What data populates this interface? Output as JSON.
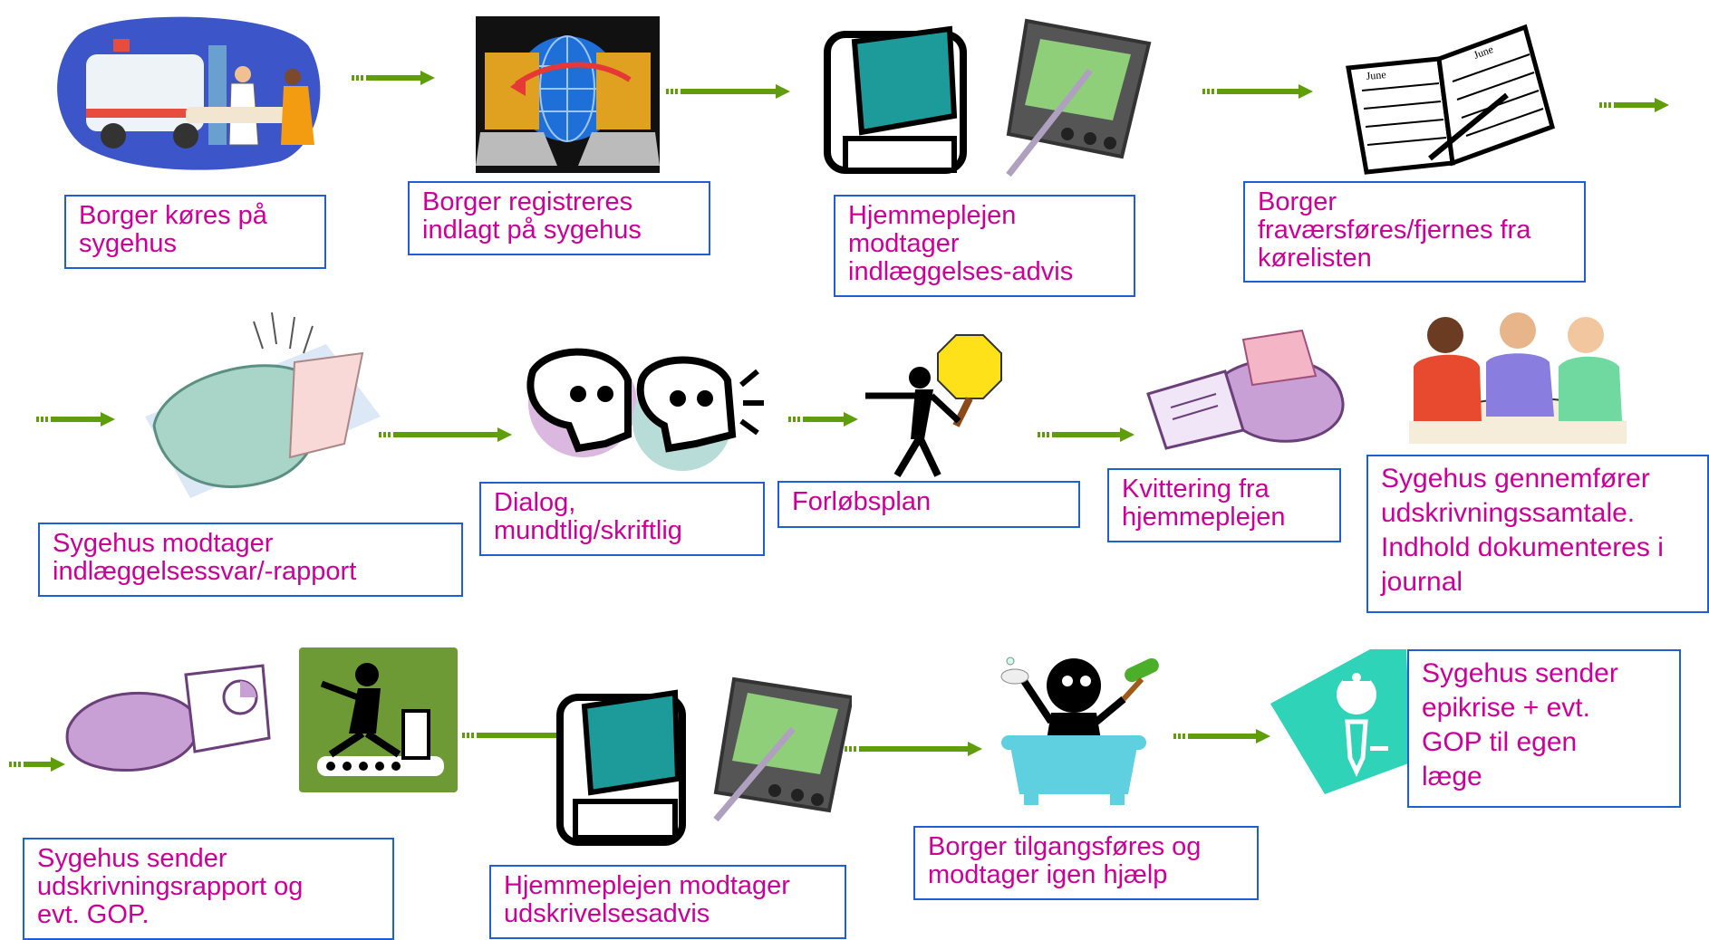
{
  "colors": {
    "text": "#cc0099",
    "box_border": "#1f5fd6",
    "arrow": "#5f9e0a"
  },
  "steps": [
    {
      "id": "s1",
      "icon": "ambulance-icon",
      "text": "Borger køres på\nsygehus"
    },
    {
      "id": "s2",
      "icon": "globe-laptops-icon",
      "text": "Borger registreres\nindlagt på sygehus"
    },
    {
      "id": "s3",
      "icon": "computer-and-pda-icon",
      "text": "Hjemmeplejen\nmodtager\nindlæggelses-advis"
    },
    {
      "id": "s4",
      "icon": "calendar-book-icon",
      "text": "Borger\nfraværsføres/fjernes fra\nkørelisten"
    },
    {
      "id": "s5",
      "icon": "fax-machine-icon",
      "text": "Sygehus modtager\nindlæggelsessvar/-rapport"
    },
    {
      "id": "s6",
      "icon": "talking-heads-icon",
      "text": "Dialog,\nmundtlig/skriftlig"
    },
    {
      "id": "s7",
      "icon": "stop-sign-person-icon",
      "text": "Forløbsplan"
    },
    {
      "id": "s8",
      "icon": "fax-paper-icon",
      "text": "Kvittering fra\nhjemmeplejen"
    },
    {
      "id": "s9",
      "icon": "meeting-people-icon",
      "text": "Sygehus gennemfører\nudskrivningssamtale.\nIndhold dokumenteres i\njournal"
    },
    {
      "id": "s10",
      "icon": "fax-and-treadmill-icon",
      "text": "Sygehus sender\nudskrivningsrapport og\nevt. GOP."
    },
    {
      "id": "s11",
      "icon": "computer-and-pda-icon",
      "text": "Hjemmeplejen modtager\nudskrivelsesadvis"
    },
    {
      "id": "s12",
      "icon": "bathtub-person-icon",
      "text": "Borger tilgangsføres og\nmodtager igen hjælp"
    },
    {
      "id": "s13",
      "icon": "doctor-icon",
      "text": "Sygehus sender\nepikrise + evt.\nGOP til egen\nlæge"
    }
  ]
}
